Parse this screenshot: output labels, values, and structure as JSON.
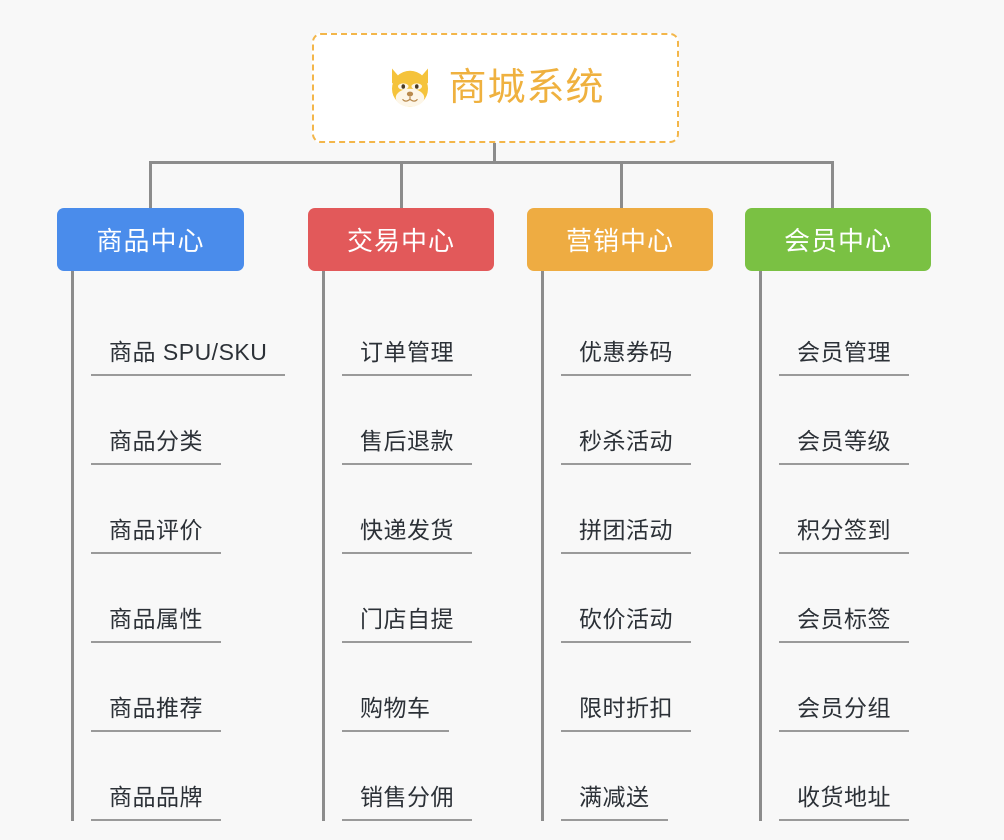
{
  "background_color": "#f8f8f8",
  "root": {
    "title": "商城系统",
    "icon": "dog-face-icon",
    "text_color": "#efb13f",
    "border_color": "#f3b64a",
    "background": "#ffffff"
  },
  "connector_color": "#8c8c8c",
  "categories": [
    {
      "label": "商品中心",
      "color": "#4a8ceb",
      "items": [
        {
          "label": "商品 SPU/SKU"
        },
        {
          "label": "商品分类"
        },
        {
          "label": "商品评价"
        },
        {
          "label": "商品属性"
        },
        {
          "label": "商品推荐"
        },
        {
          "label": "商品品牌"
        }
      ]
    },
    {
      "label": "交易中心",
      "color": "#e2595a",
      "items": [
        {
          "label": "订单管理"
        },
        {
          "label": "售后退款"
        },
        {
          "label": "快递发货"
        },
        {
          "label": "门店自提"
        },
        {
          "label": "购物车"
        },
        {
          "label": "销售分佣"
        }
      ]
    },
    {
      "label": "营销中心",
      "color": "#eeac42",
      "items": [
        {
          "label": "优惠券码"
        },
        {
          "label": "秒杀活动"
        },
        {
          "label": "拼团活动"
        },
        {
          "label": "砍价活动"
        },
        {
          "label": "限时折扣"
        },
        {
          "label": "满减送"
        }
      ]
    },
    {
      "label": "会员中心",
      "color": "#7ac143",
      "items": [
        {
          "label": "会员管理"
        },
        {
          "label": "会员等级"
        },
        {
          "label": "积分签到"
        },
        {
          "label": "会员标签"
        },
        {
          "label": "会员分组"
        },
        {
          "label": "收货地址"
        }
      ]
    }
  ]
}
